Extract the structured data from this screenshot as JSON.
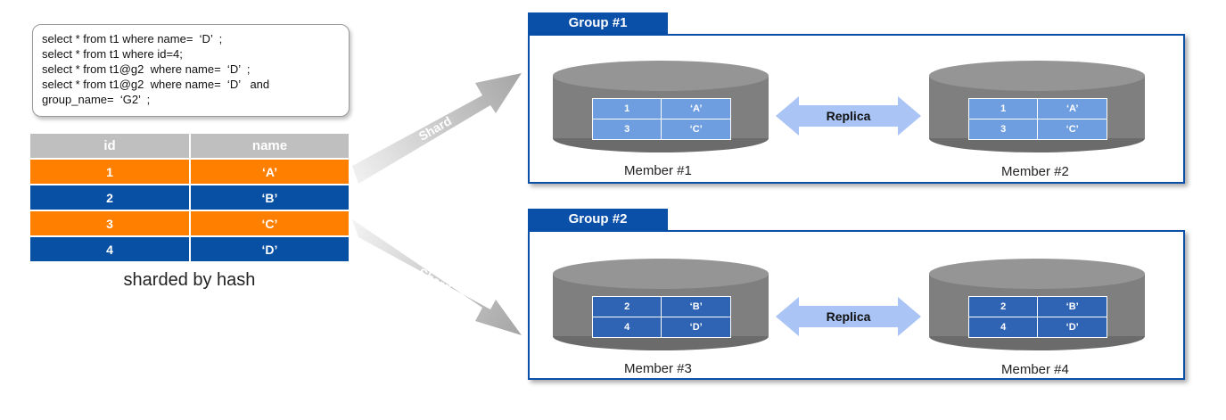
{
  "sql_lines": [
    "select * from t1 where name=  ‘D’  ;",
    "select * from t1 where id=4;",
    "select * from t1@g2  where name=  ‘D’  ;",
    "select * from t1@g2  where name=  ‘D’   and",
    "group_name=  ‘G2’  ;"
  ],
  "table": {
    "headers": [
      "id",
      "name"
    ],
    "rows": [
      {
        "id": "1",
        "name": "‘A’",
        "color": "#ff8000"
      },
      {
        "id": "2",
        "name": "‘B’",
        "color": "#0750a4"
      },
      {
        "id": "3",
        "name": "‘C’",
        "color": "#ff8000"
      },
      {
        "id": "4",
        "name": "‘D’",
        "color": "#0750a4"
      }
    ],
    "caption": "sharded by hash"
  },
  "shard_label": "Shard",
  "replica_label": "Replica",
  "groups": [
    {
      "title": "Group #1",
      "members": [
        {
          "label": "Member #1",
          "rows": [
            [
              "1",
              "‘A’"
            ],
            [
              "3",
              "‘C’"
            ]
          ]
        },
        {
          "label": "Member #2",
          "rows": [
            [
              "1",
              "‘A’"
            ],
            [
              "3",
              "‘C’"
            ]
          ]
        }
      ]
    },
    {
      "title": "Group #2",
      "members": [
        {
          "label": "Member #3",
          "rows": [
            [
              "2",
              "‘B’"
            ],
            [
              "4",
              "‘D’"
            ]
          ]
        },
        {
          "label": "Member #4",
          "rows": [
            [
              "2",
              "‘B’"
            ],
            [
              "4",
              "‘D’"
            ]
          ]
        }
      ]
    }
  ],
  "colors": {
    "orange": "#ff8000",
    "blue": "#0750a4",
    "group_blue": "#0a4fa8",
    "cylinder_gray": "#7f7f7f",
    "replica_arrow": "#a9c4f5"
  }
}
